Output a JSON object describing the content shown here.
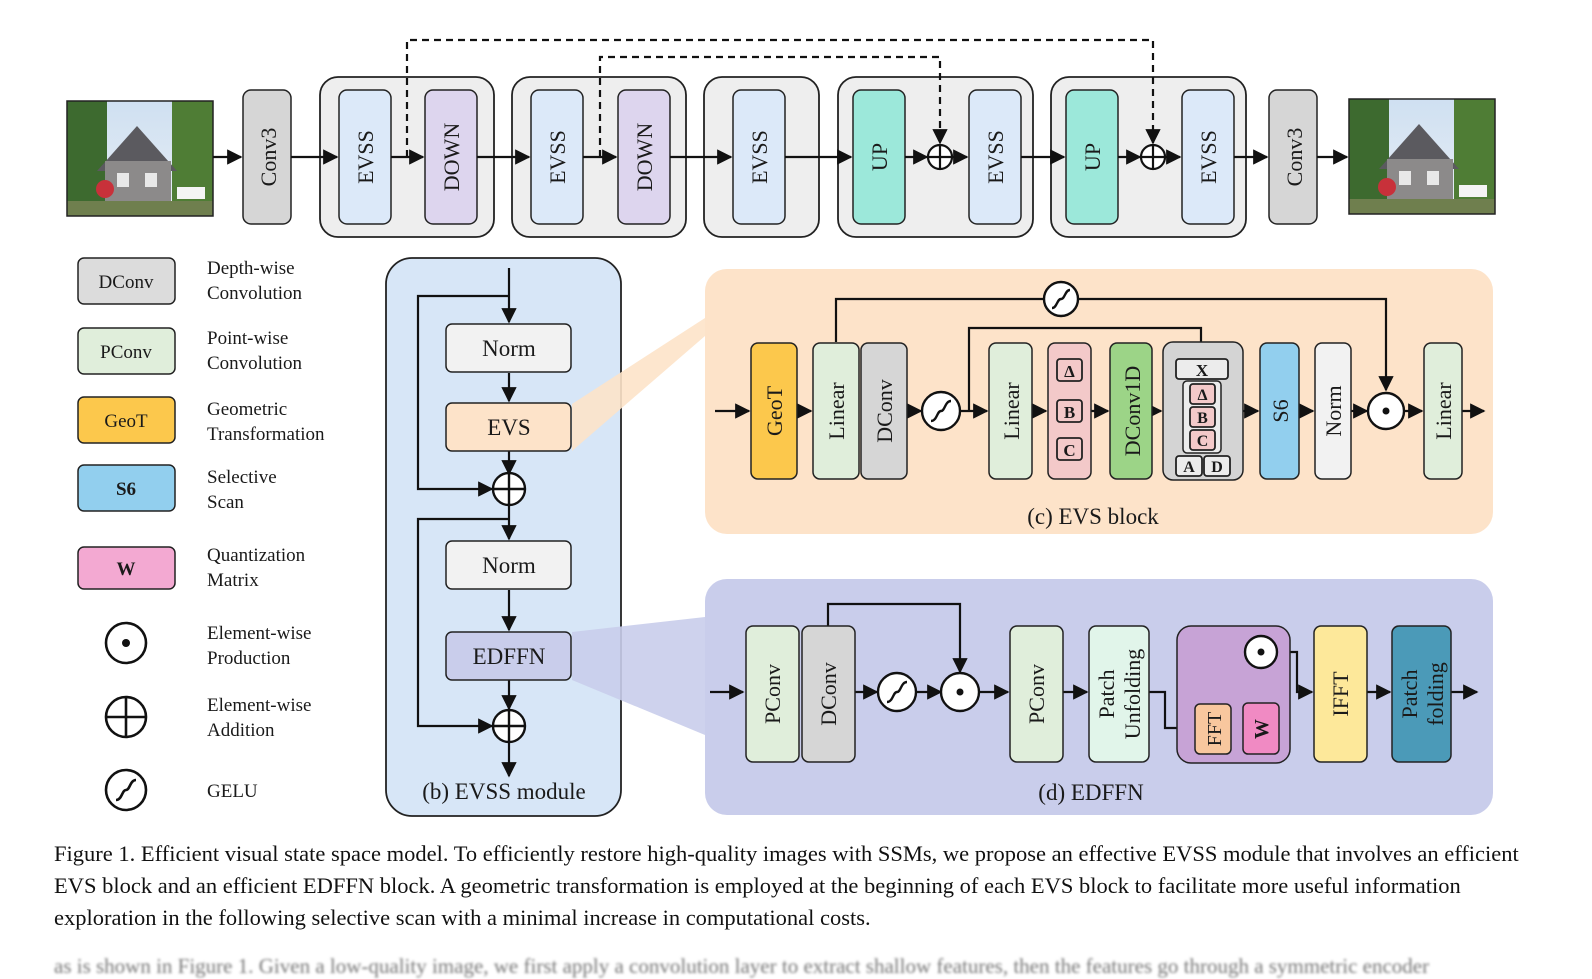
{
  "pipeline": {
    "conv_in": "Conv3",
    "conv_out": "Conv3",
    "evss": "EVSS",
    "down": "DOWN",
    "up": "UP"
  },
  "legend": [
    {
      "box": "DConv",
      "desc1": "Depth-wise",
      "desc2": "Convolution",
      "color": "#dcdcdc"
    },
    {
      "box": "PConv",
      "desc1": "Point-wise",
      "desc2": "Convolution",
      "color": "#e0eedb"
    },
    {
      "box": "GeoT",
      "desc1": "Geometric",
      "desc2": "Transformation",
      "color": "#fcc84c"
    },
    {
      "box": "S6",
      "desc1": "Selective",
      "desc2": "Scan",
      "color": "#92cfee"
    },
    {
      "box": "W",
      "desc1": "Quantization",
      "desc2": "Matrix",
      "color": "#f3a9d2"
    }
  ],
  "legend_symbols": [
    {
      "icon": "odot-icon",
      "desc1": "Element-wise",
      "desc2": "Production"
    },
    {
      "icon": "oplus-icon",
      "desc1": "Element-wise",
      "desc2": "Addition"
    },
    {
      "icon": "gelu-icon",
      "desc1": "GELU",
      "desc2": ""
    }
  ],
  "evss_module": {
    "norm1": "Norm",
    "evs": "EVS",
    "norm2": "Norm",
    "edffn": "EDFFN",
    "caption": "(b) EVSS module"
  },
  "evs_block": {
    "geot": "GeoT",
    "linear1": "Linear",
    "dconv": "DConv",
    "linear2": "Linear",
    "delta": "Δ",
    "b": "B",
    "c": "C",
    "dconv1d": "DConv1D",
    "x": "X",
    "a": "A",
    "d": "D",
    "s6": "S6",
    "norm": "Norm",
    "linear3": "Linear",
    "caption": "(c) EVS block"
  },
  "edffn": {
    "pconv1": "PConv",
    "dconv": "DConv",
    "pconv2": "PConv",
    "patch_unfold_1": "Patch",
    "patch_unfold_2": "Unfolding",
    "fft": "FFT",
    "w": "W",
    "ifft": "IFFT",
    "patch_fold_1": "Patch",
    "patch_fold_2": "folding",
    "caption": "(d) EDFFN"
  },
  "colors": {
    "evss_fill": "#dce9f9",
    "down_fill": "#ddd5ee",
    "up_fill": "#9ce8da",
    "conv_fill": "#d6d6d6",
    "evs_panel": "#fde3c9",
    "edffn_panel": "#c9cdeb",
    "module_panel": "#d7e6f7",
    "ifft_fill": "#fde89a",
    "fold_fill": "#4b9ab8"
  },
  "caption": "Figure 1. Efficient visual state space model. To efficiently restore high-quality images with SSMs, we propose an effective EVSS module that involves an efficient EVS block and an efficient EDFFN block. A geometric transformation is employed at the beginning of each EVS block to facilitate more useful information exploration in the following selective scan with a minimal increase in computational costs.",
  "clipped_line": "as is shown in Figure 1. Given a low-quality image, we first apply a convolution layer to extract shallow features, then the features go through a symmetric encoder"
}
